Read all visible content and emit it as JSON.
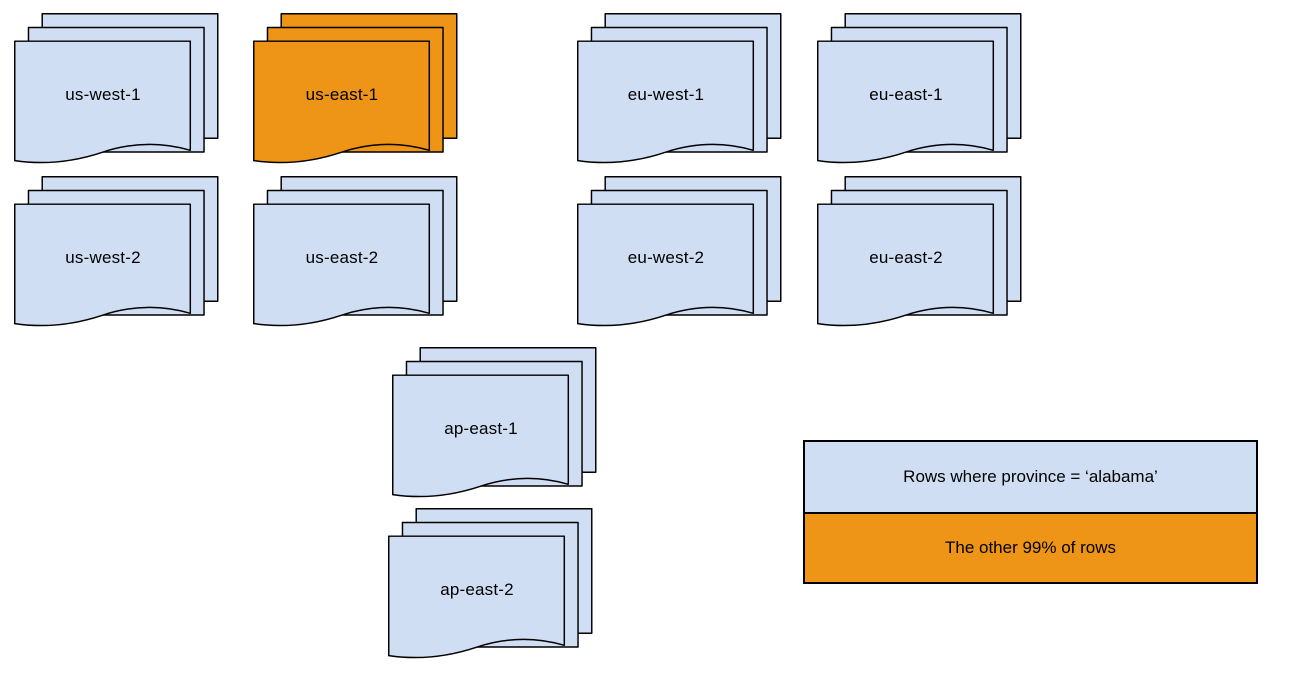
{
  "diagram": {
    "stacks": [
      {
        "label": "us-west-1",
        "color": "blue"
      },
      {
        "label": "us-east-1",
        "color": "orange"
      },
      {
        "label": "eu-west-1",
        "color": "blue"
      },
      {
        "label": "eu-east-1",
        "color": "blue"
      },
      {
        "label": "us-west-2",
        "color": "blue"
      },
      {
        "label": "us-east-2",
        "color": "blue"
      },
      {
        "label": "eu-west-2",
        "color": "blue"
      },
      {
        "label": "eu-east-2",
        "color": "blue"
      },
      {
        "label": "ap-east-1",
        "color": "blue"
      },
      {
        "label": "ap-east-2",
        "color": "blue"
      }
    ],
    "legend": {
      "items": [
        {
          "label": "Rows where province = ‘alabama’",
          "color": "blue"
        },
        {
          "label": "The other 99% of rows",
          "color": "orange"
        }
      ]
    },
    "colors": {
      "blue": "#cfdef3",
      "orange": "#ee9417",
      "stroke": "#000000",
      "background": "#ffffff"
    }
  }
}
